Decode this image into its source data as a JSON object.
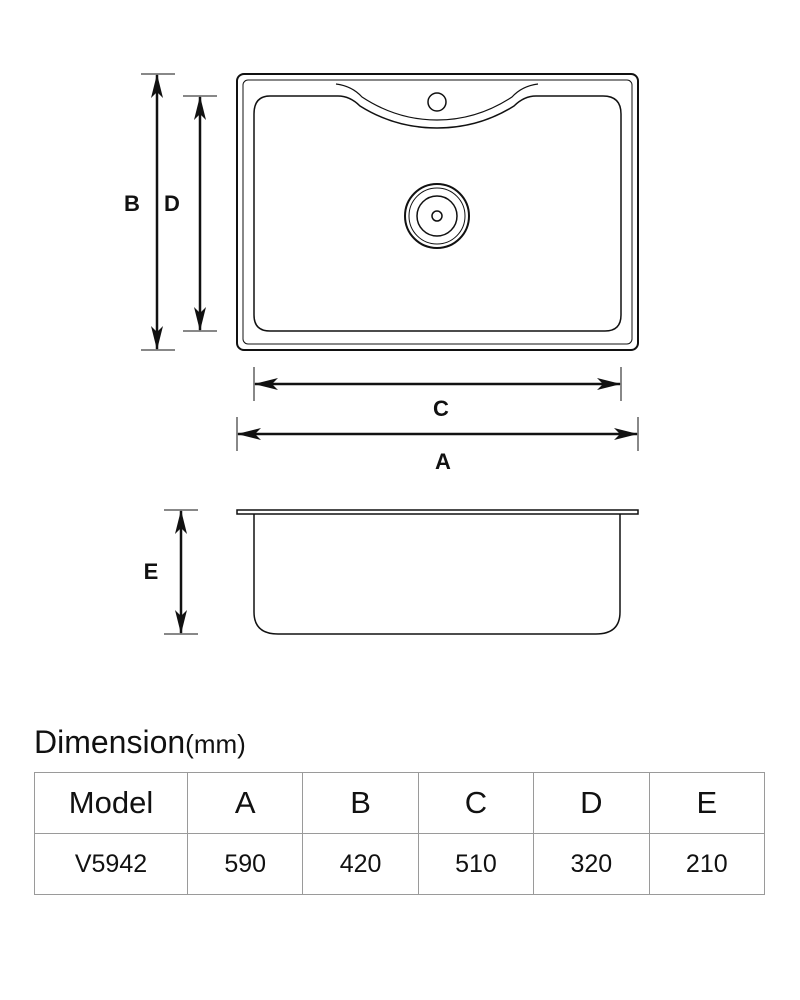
{
  "diagram": {
    "labels": {
      "a": "A",
      "b": "B",
      "c": "C",
      "d": "D",
      "e": "E"
    }
  },
  "table": {
    "title": "Dimension",
    "unit": "(mm)",
    "headers": [
      "Model",
      "A",
      "B",
      "C",
      "D",
      "E"
    ],
    "rows": [
      [
        "V5942",
        "590",
        "420",
        "510",
        "320",
        "210"
      ]
    ]
  }
}
